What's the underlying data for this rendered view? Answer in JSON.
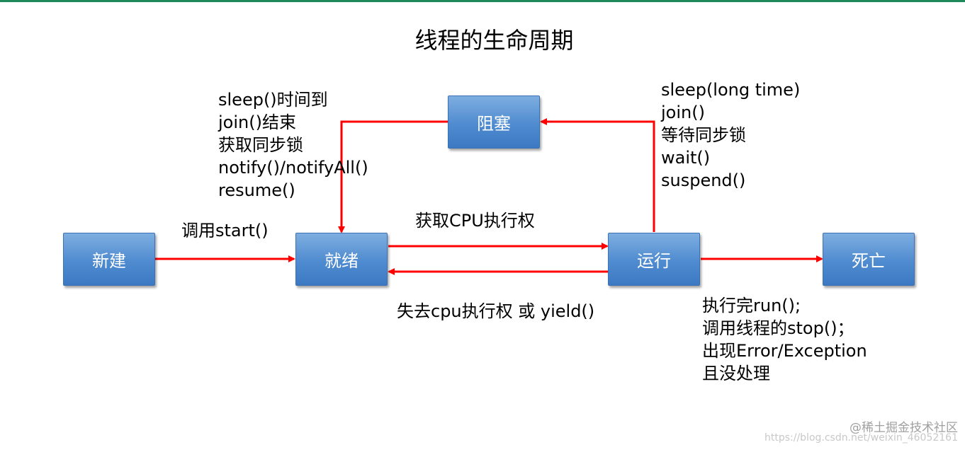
{
  "title": "线程的生命周期",
  "states": {
    "new": "新建",
    "runnable": "就绪",
    "blocked": "阻塞",
    "running": "运行",
    "dead": "死亡"
  },
  "transitions": {
    "start": "调用start()",
    "get_cpu": "获取CPU执行权",
    "lose_cpu": "失去cpu执行权 或 yield()",
    "unblock": [
      "sleep()时间到",
      "join()结束",
      "获取同步锁",
      "notify()/notifyAll()",
      "resume()"
    ],
    "block": [
      "sleep(long time)",
      "join()",
      "等待同步锁",
      "wait()",
      "suspend()"
    ],
    "terminate": [
      "执行完run();",
      "调用线程的stop()；",
      "出现Error/Exception",
      "且没处理"
    ]
  },
  "watermark": {
    "juejin": "@稀土掘金技术社区",
    "url": "https://blog.csdn.net/weixin_46052161"
  },
  "colors": {
    "arrow": "#ff0000",
    "box_top": "#7eaee0",
    "box_bottom": "#3d79c2",
    "top_rule": "#1e8a5c"
  }
}
